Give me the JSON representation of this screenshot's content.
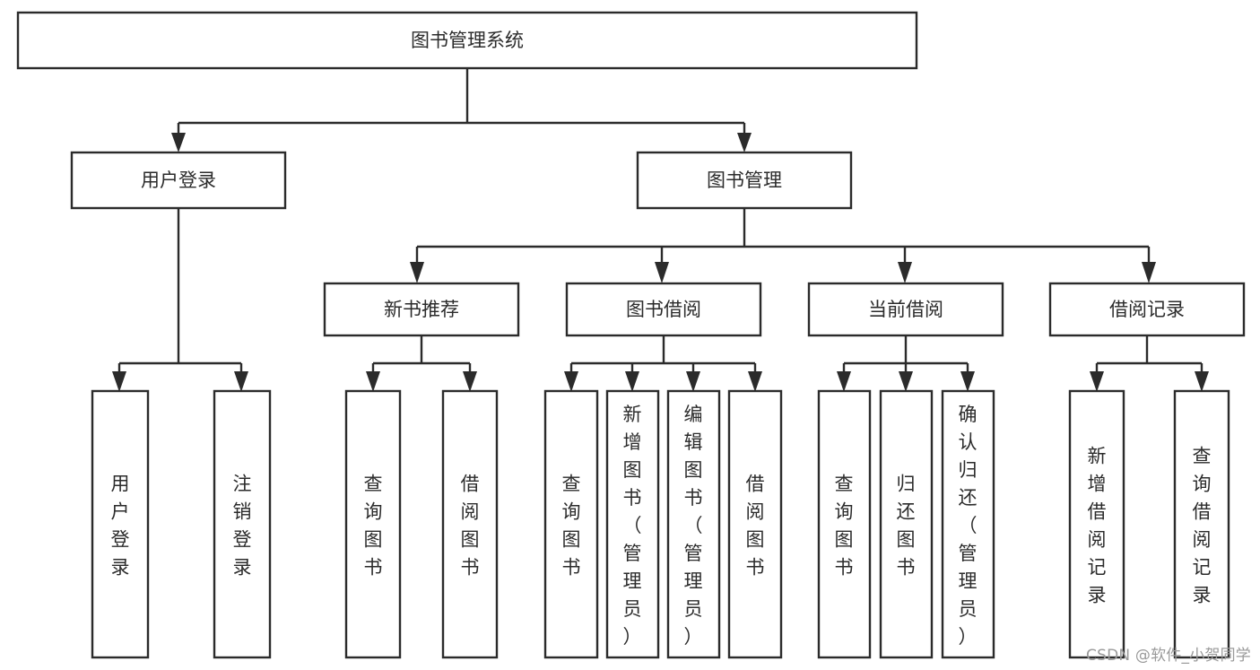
{
  "diagram": {
    "type": "tree-hierarchy",
    "title": "图书管理系统",
    "watermark": "CSDN @软件_小贺同学",
    "colors": {
      "stroke": "#2b2b2b",
      "fill": "#ffffff",
      "background": "#ffffff",
      "watermark": "#9a9a9a"
    },
    "levels": {
      "root": {
        "label": "图书管理系统",
        "orientation": "horizontal"
      },
      "level1": [
        {
          "label": "用户登录",
          "orientation": "horizontal"
        },
        {
          "label": "图书管理",
          "orientation": "horizontal"
        }
      ],
      "level2": [
        {
          "label": "新书推荐",
          "orientation": "horizontal"
        },
        {
          "label": "图书借阅",
          "orientation": "horizontal"
        },
        {
          "label": "当前借阅",
          "orientation": "horizontal"
        },
        {
          "label": "借阅记录",
          "orientation": "horizontal"
        }
      ],
      "leaves": [
        {
          "label": "用户登录",
          "parent": "用户登录",
          "orientation": "vertical"
        },
        {
          "label": "注销登录",
          "parent": "用户登录",
          "orientation": "vertical"
        },
        {
          "label": "查询图书",
          "parent": "新书推荐",
          "orientation": "vertical"
        },
        {
          "label": "借阅图书",
          "parent": "新书推荐",
          "orientation": "vertical"
        },
        {
          "label": "查询图书",
          "parent": "图书借阅",
          "orientation": "vertical"
        },
        {
          "label": "新增图书（管理员）",
          "parent": "图书借阅",
          "orientation": "vertical"
        },
        {
          "label": "编辑图书（管理员）",
          "parent": "图书借阅",
          "orientation": "vertical"
        },
        {
          "label": "借阅图书",
          "parent": "图书借阅",
          "orientation": "vertical"
        },
        {
          "label": "查询图书",
          "parent": "当前借阅",
          "orientation": "vertical"
        },
        {
          "label": "归还图书",
          "parent": "当前借阅",
          "orientation": "vertical"
        },
        {
          "label": "确认归还（管理员）",
          "parent": "当前借阅",
          "orientation": "vertical"
        },
        {
          "label": "新增借阅记录",
          "parent": "借阅记录",
          "orientation": "vertical"
        },
        {
          "label": "查询借阅记录",
          "parent": "借阅记录",
          "orientation": "vertical"
        }
      ]
    }
  }
}
